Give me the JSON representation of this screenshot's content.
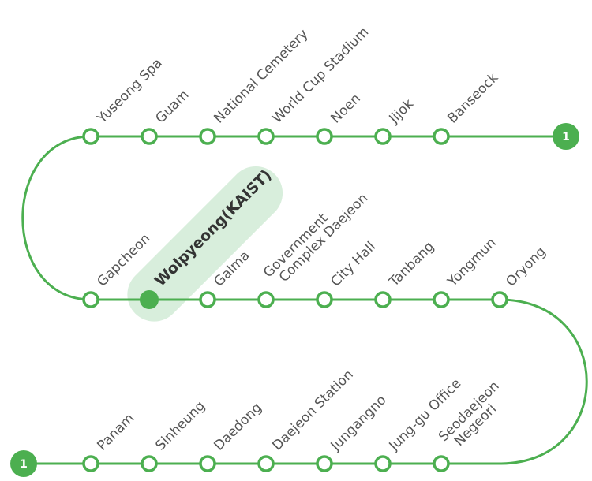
{
  "line_color": "#4caf50",
  "highlight_color": "#d8eedc",
  "station_fill": "#ffffff",
  "current_fill": "#4caf50",
  "line_badge": "1",
  "rows": [
    {
      "stations": [
        {
          "name": "Yuseong Spa"
        },
        {
          "name": "Guam"
        },
        {
          "name": "National Cemetery"
        },
        {
          "name": "World Cup Stadium"
        },
        {
          "name": "Noen"
        },
        {
          "name": "Jijok"
        },
        {
          "name": "Banseock"
        }
      ]
    },
    {
      "stations": [
        {
          "name": "Gapcheon"
        },
        {
          "name": "Wolpyeong(KAIST)",
          "current": true
        },
        {
          "name": "Galma"
        },
        {
          "name": "Government",
          "name2": "Complex Daejeon"
        },
        {
          "name": "City Hall"
        },
        {
          "name": "Tanbang"
        },
        {
          "name": "Yongmun"
        },
        {
          "name": "Oryong"
        }
      ]
    },
    {
      "stations": [
        {
          "name": "Panam"
        },
        {
          "name": "Sinheung"
        },
        {
          "name": "Daedong"
        },
        {
          "name": "Daejeon Station"
        },
        {
          "name": "Jungangno"
        },
        {
          "name": "Jung-gu Office"
        },
        {
          "name": "Seodaejeon",
          "name2": "Negeori"
        }
      ]
    }
  ]
}
